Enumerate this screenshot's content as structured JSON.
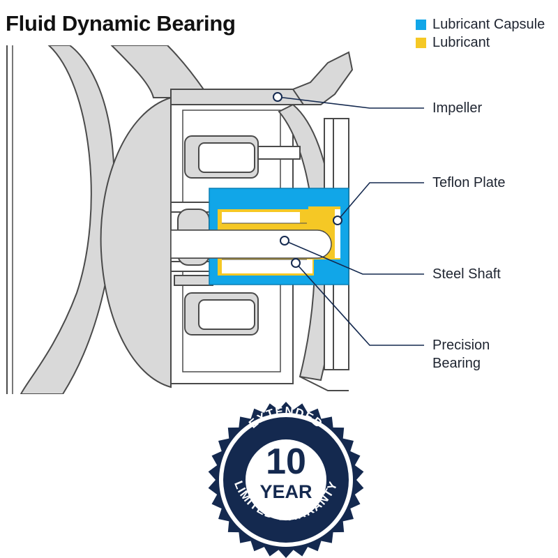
{
  "title": "Fluid Dynamic Bearing",
  "legend": [
    {
      "label": "Lubricant Capsule",
      "color": "#11a6e8"
    },
    {
      "label": "Lubricant",
      "color": "#f5c825"
    }
  ],
  "callouts": [
    {
      "label": "Impeller"
    },
    {
      "label": "Teflon Plate"
    },
    {
      "label": "Steel Shaft"
    },
    {
      "label": "Precision\nBearing"
    }
  ],
  "badge": {
    "top_text": "EXTENDED",
    "number": "10",
    "unit": "YEAR",
    "bottom_text": "LIMITED WARRANTY",
    "color": "#14294f"
  },
  "colors": {
    "line_art": "#4a4a4a",
    "fill_gray": "#d9d9d9",
    "callout_line": "#14294f"
  }
}
